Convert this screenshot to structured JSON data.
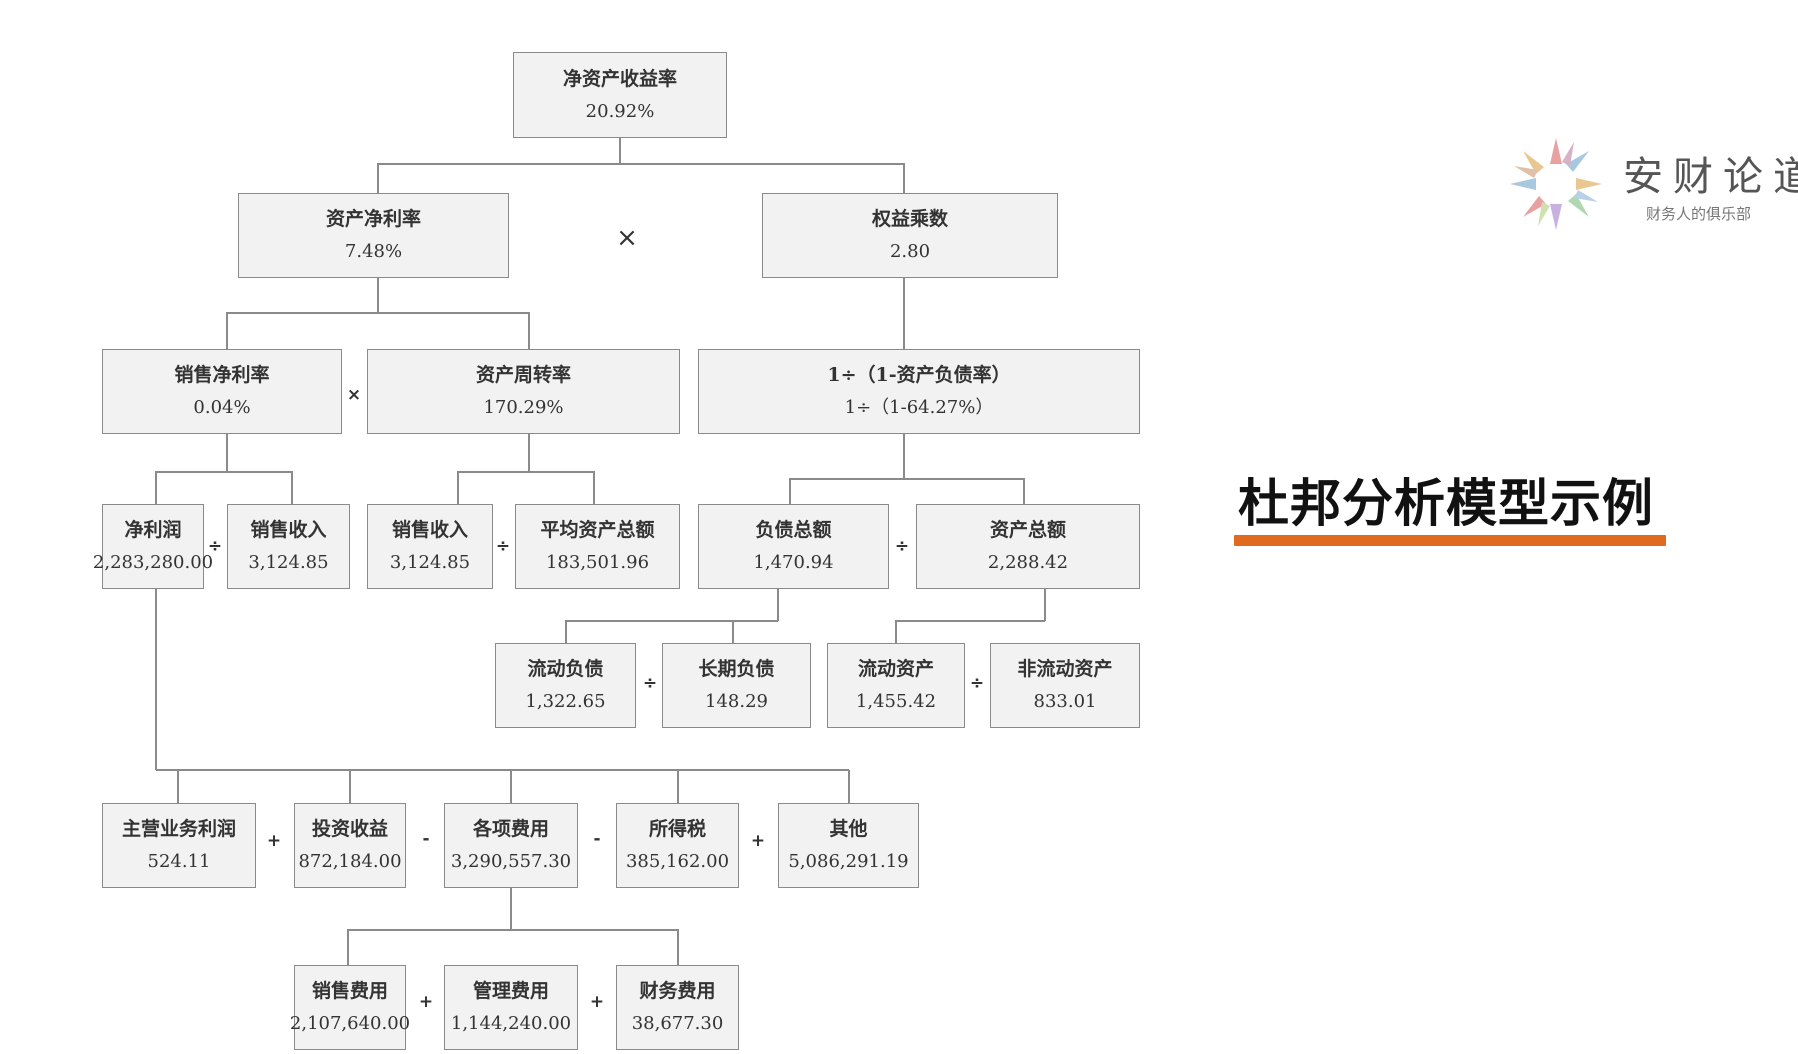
{
  "title": "杜邦分析模型示例",
  "logo": {
    "name": "安财论道",
    "tagline": "财务人的俱乐部",
    "accent_color": "#e06a1e"
  },
  "nodes": {
    "roe": {
      "label": "净资产收益率",
      "value": "20.92%"
    },
    "roa": {
      "label": "资产净利率",
      "value": "7.48%"
    },
    "equity_multiplier": {
      "label": "权益乘数",
      "value": "2.80"
    },
    "net_margin": {
      "label": "销售净利率",
      "value": "0.04%"
    },
    "asset_turnover": {
      "label": "资产周转率",
      "value": "170.29%"
    },
    "debt_ratio_formula": {
      "label": "1÷（1-资产负债率）",
      "value": "1÷（1-64.27%）"
    },
    "net_profit": {
      "label": "净利润",
      "value": "2,283,280.00"
    },
    "sales_revenue_a": {
      "label": "销售收入",
      "value": "3,124.85"
    },
    "sales_revenue_b": {
      "label": "销售收入",
      "value": "3,124.85"
    },
    "avg_total_assets": {
      "label": "平均资产总额",
      "value": "183,501.96"
    },
    "total_liabilities": {
      "label": "负债总额",
      "value": "1,470.94"
    },
    "total_assets": {
      "label": "资产总额",
      "value": "2,288.42"
    },
    "current_liabilities": {
      "label": "流动负债",
      "value": "1,322.65"
    },
    "long_term_liabilities": {
      "label": "长期负债",
      "value": "148.29"
    },
    "current_assets": {
      "label": "流动资产",
      "value": "1,455.42"
    },
    "non_current_assets": {
      "label": "非流动资产",
      "value": "833.01"
    },
    "main_business_profit": {
      "label": "主营业务利润",
      "value": "524.11"
    },
    "investment_income": {
      "label": "投资收益",
      "value": "872,184.00"
    },
    "expenses": {
      "label": "各项费用",
      "value": "3,290,557.30"
    },
    "income_tax": {
      "label": "所得税",
      "value": "385,162.00"
    },
    "other": {
      "label": "其他",
      "value": "5,086,291.19"
    },
    "selling_expenses": {
      "label": "销售费用",
      "value": "2,107,640.00"
    },
    "admin_expenses": {
      "label": "管理费用",
      "value": "1,144,240.00"
    },
    "financial_expenses": {
      "label": "财务费用",
      "value": "38,677.30"
    }
  },
  "operators": {
    "roa_times_em": "×",
    "margin_times_turnover": "×",
    "div_profit_sales": "÷",
    "div_sales_assets": "÷",
    "div_liab_assets": "÷",
    "div_curliab_ltliab": "÷",
    "div_curassets_ncassets": "÷",
    "plus_main_invest": "+",
    "minus_invest_expenses": "-",
    "minus_expenses_tax": "-",
    "plus_tax_other": "+",
    "plus_selling_admin": "+",
    "plus_admin_financial": "+"
  }
}
